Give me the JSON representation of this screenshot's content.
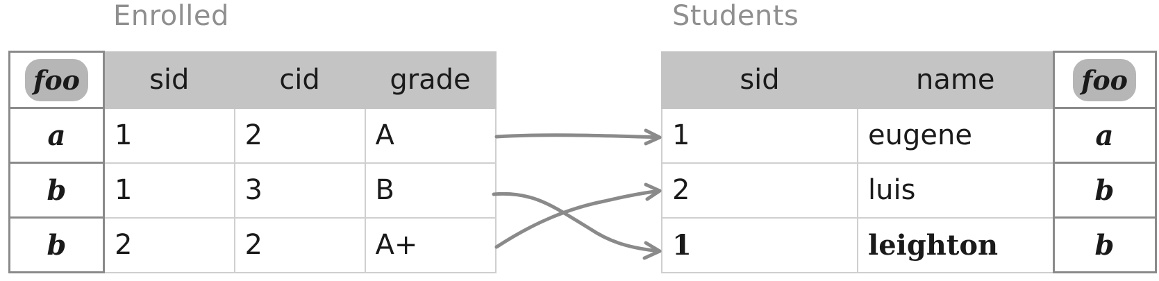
{
  "enrolled": {
    "title": "Enrolled",
    "foo_header": "foo",
    "headers": [
      "sid",
      "cid",
      "grade"
    ],
    "rows": [
      {
        "foo": "a",
        "sid": "1",
        "cid": "2",
        "grade": "A"
      },
      {
        "foo": "b",
        "sid": "1",
        "cid": "3",
        "grade": "B"
      },
      {
        "foo": "b",
        "sid": "2",
        "cid": "2",
        "grade": "A+"
      }
    ]
  },
  "students": {
    "title": "Students",
    "foo_header": "foo",
    "headers": [
      "sid",
      "name"
    ],
    "rows": [
      {
        "sid": "1",
        "name": "eugene",
        "foo": "a"
      },
      {
        "sid": "2",
        "name": "luis",
        "foo": "b"
      },
      {
        "sid": "1",
        "name": "leighton",
        "foo": "b"
      }
    ]
  },
  "colors": {
    "header_bg": "#c4c4c4",
    "title_text": "#8f8f8f",
    "arrow": "#8a8a8a"
  }
}
